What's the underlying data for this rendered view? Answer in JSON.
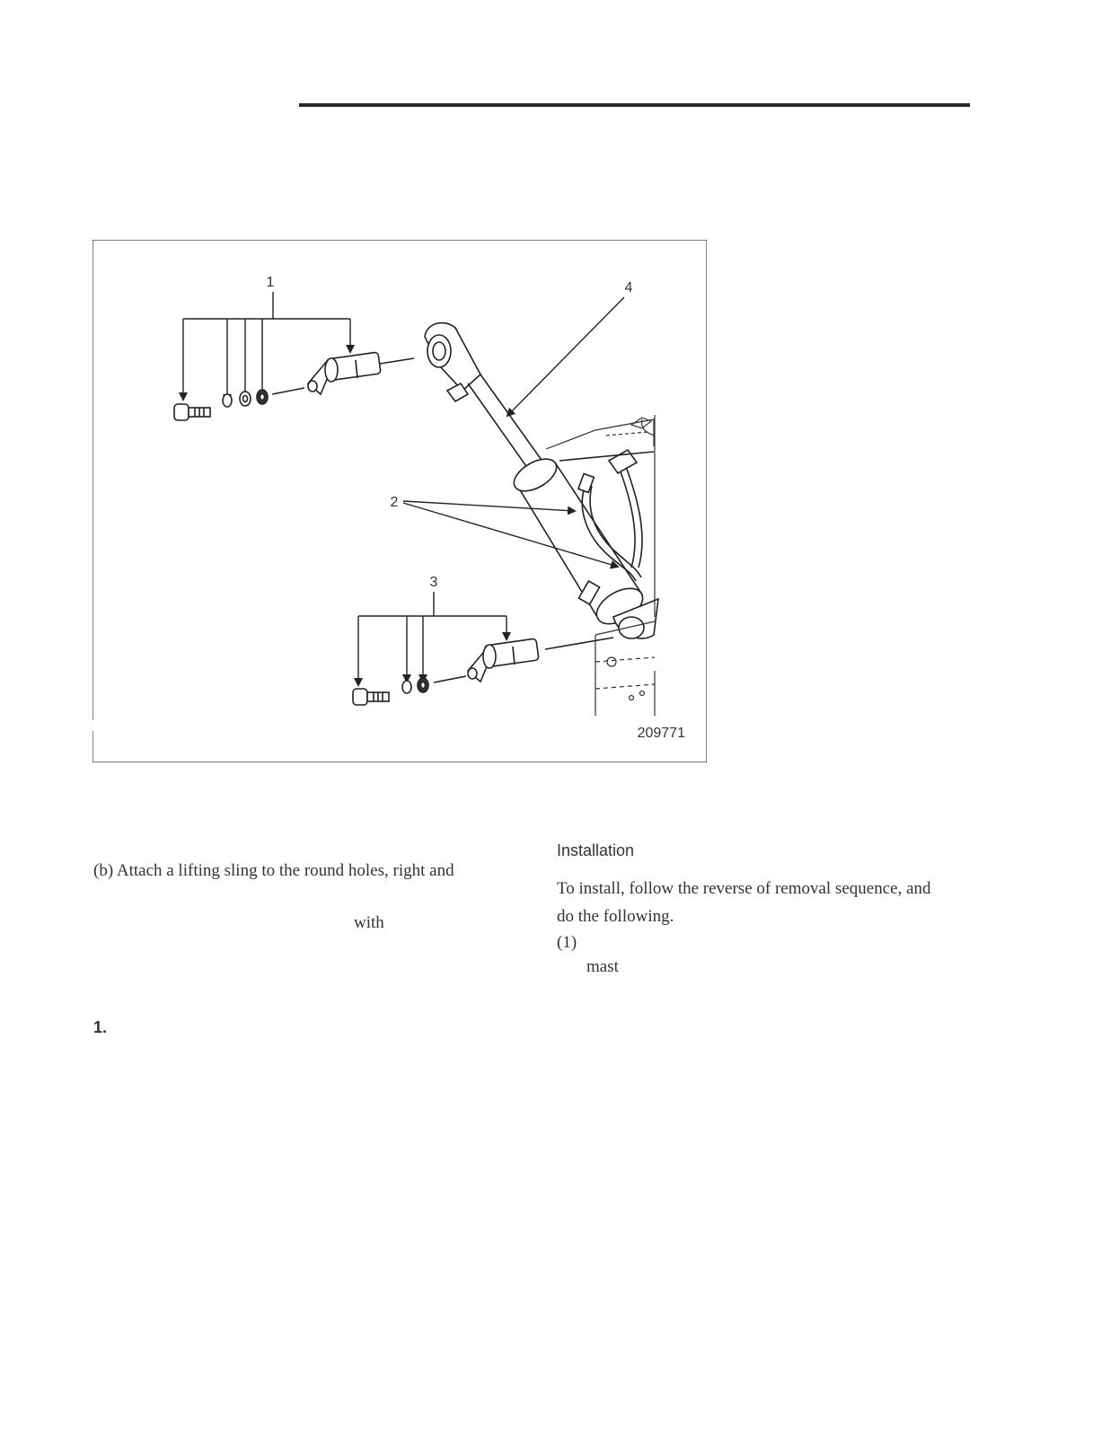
{
  "figure": {
    "callouts": {
      "c1": "1",
      "c2": "2",
      "c3": "3",
      "c4": "4"
    },
    "figure_id": "209771"
  },
  "left_column": {
    "step_b": "(b) Attach a lifting sling to the round holes, right and",
    "fragment_with": "with"
  },
  "right_column": {
    "heading": "Installation",
    "intro_line1": "To install, follow the reverse of removal sequence, and",
    "intro_line2": "do the following.",
    "step_1_label": "(1)",
    "fragment_mast": "mast"
  },
  "section_number": "1."
}
